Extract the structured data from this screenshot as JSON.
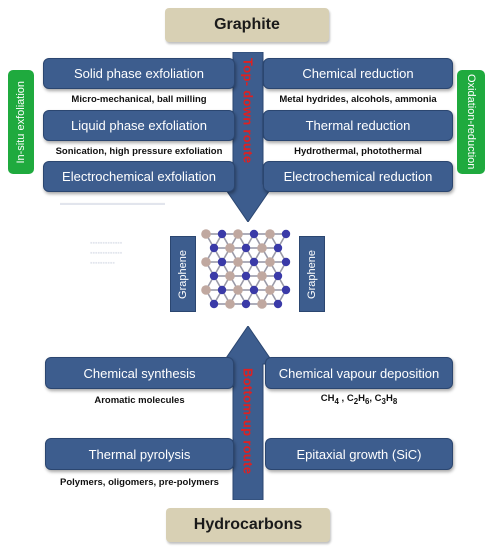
{
  "top_source": "Graphite",
  "bottom_source": "Hydrocarbons",
  "left_tag": "In-situ exfoliation",
  "right_tag": "Oxidation-reduction",
  "top_down_label": "Top- down route",
  "bottom_up_label": "Bottom-up route",
  "graphene_label": "Graphene",
  "colors": {
    "box_blue": "#3d5d8e",
    "tag_green": "#1faa3e",
    "source_tan": "#d8d0b4",
    "route_red": "#e02020",
    "atom_blue": "#3a3aa8",
    "atom_tan": "#c0a8a0"
  },
  "top_left": [
    {
      "label": "Solid phase exfoliation",
      "detail": "Micro-mechanical, ball milling"
    },
    {
      "label": "Liquid phase exfoliation",
      "detail": "Sonication, high pressure exfoliation"
    },
    {
      "label": "Electrochemical exfoliation",
      "detail": ""
    }
  ],
  "top_right": [
    {
      "label": "Chemical reduction",
      "detail": "Metal hydrides, alcohols, ammonia"
    },
    {
      "label": "Thermal reduction",
      "detail": "Hydrothermal, photothermal"
    },
    {
      "label": "Electrochemical reduction",
      "detail": ""
    }
  ],
  "bottom_left": [
    {
      "label": "Chemical synthesis",
      "detail": "Aromatic molecules"
    },
    {
      "label": "Thermal pyrolysis",
      "detail": "Polymers, oligomers, pre-polymers"
    }
  ],
  "bottom_right": [
    {
      "label": "Chemical  vapour deposition",
      "detail_parts": [
        "CH",
        "4",
        " , C",
        "2",
        "H",
        "6",
        ", C",
        "3",
        "H",
        "8"
      ]
    },
    {
      "label": "Epitaxial growth (SiC)",
      "detail": ""
    }
  ]
}
